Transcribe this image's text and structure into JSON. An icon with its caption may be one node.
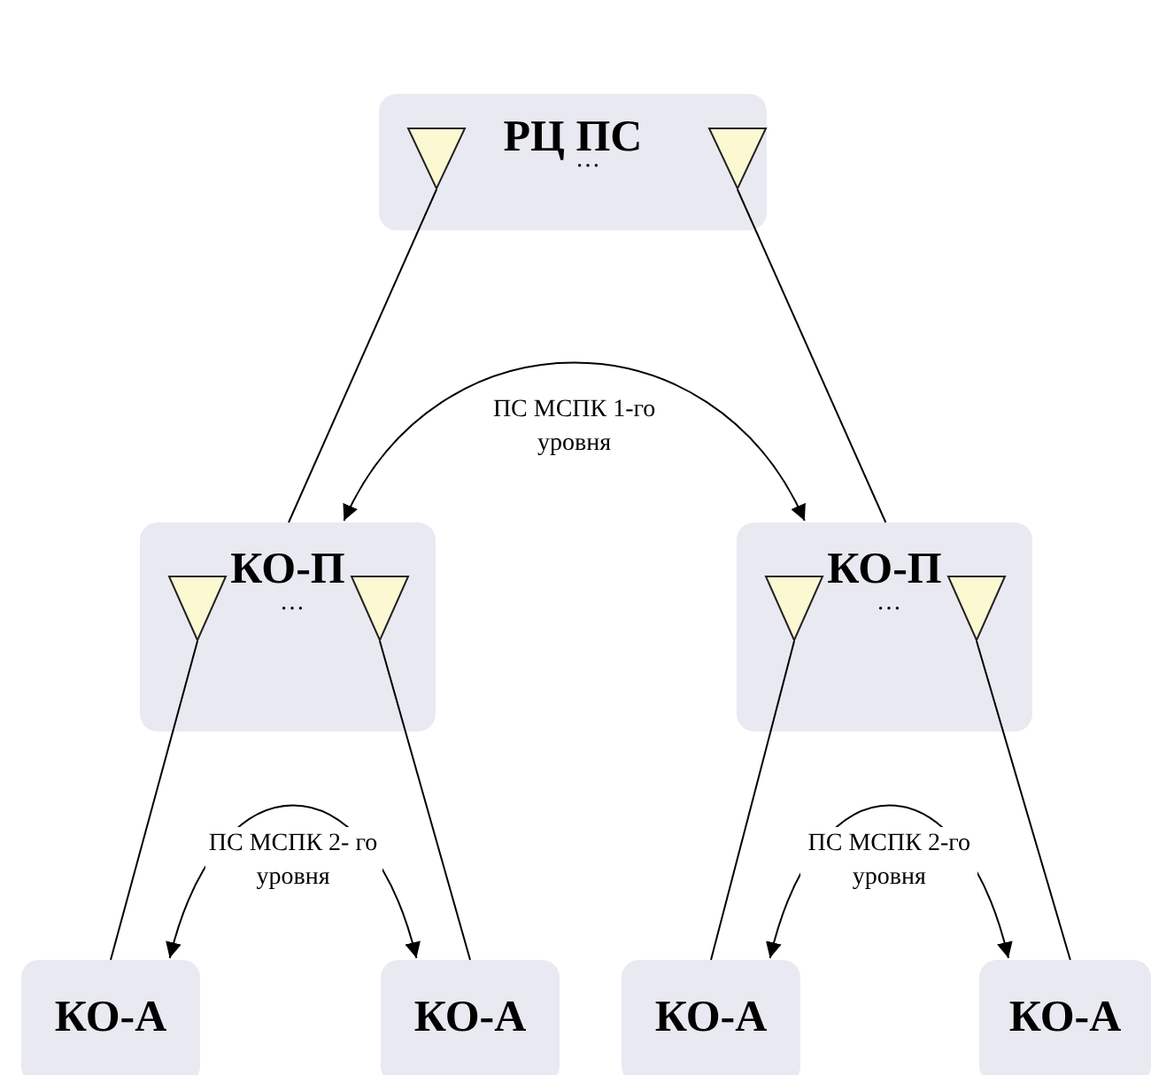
{
  "diagram": {
    "nodes": [
      {
        "text": [
          "РЦ ПС",
          "…"
        ]
      },
      {
        "text": [],
        "shape": "triangle",
        "in": 0
      },
      {
        "text": [],
        "shape": "triangle",
        "in": 0
      },
      {
        "text": [
          "КО-П",
          "…"
        ]
      },
      {
        "text": [],
        "shape": "triangle",
        "in": 3
      },
      {
        "text": [],
        "shape": "triangle",
        "in": 3
      },
      {
        "text": [
          "КО-П",
          "…"
        ]
      },
      {
        "text": [],
        "shape": "triangle",
        "in": 6
      },
      {
        "text": [],
        "shape": "triangle",
        "in": 6
      },
      {
        "text": [
          "КО-А"
        ]
      },
      {
        "text": [
          "КО-А"
        ]
      },
      {
        "text": [
          "КО-А"
        ]
      },
      {
        "text": [
          "КО-А"
        ]
      }
    ],
    "edges": [
      {
        "from": 1,
        "to": 3,
        "arrow": "none"
      },
      {
        "from": 2,
        "to": 6,
        "arrow": "none"
      },
      {
        "from": 3,
        "to": 6,
        "arrow": "both",
        "label": "ПС МСПК 1-го уровня"
      },
      {
        "from": 4,
        "to": 9,
        "arrow": "none"
      },
      {
        "from": 5,
        "to": 10,
        "arrow": "none"
      },
      {
        "from": 9,
        "to": 10,
        "arrow": "both",
        "label": "ПС МСПК 2- го уровня"
      },
      {
        "from": 7,
        "to": 11,
        "arrow": "none"
      },
      {
        "from": 8,
        "to": 12,
        "arrow": "none"
      },
      {
        "from": 11,
        "to": 12,
        "arrow": "both",
        "label": "ПС МСПК 2-го уровня"
      }
    ]
  }
}
